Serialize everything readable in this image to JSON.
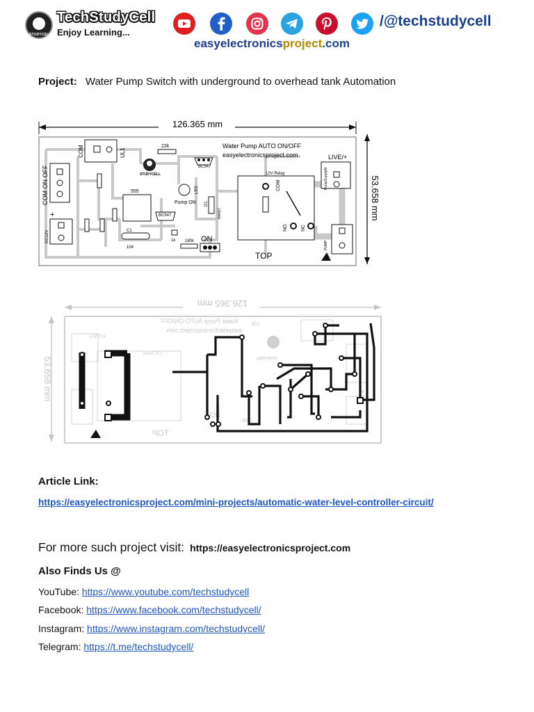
{
  "header": {
    "brand": "TechStudyCell",
    "tagline": "Enjoy Learning...",
    "logo_badge": "STUDYCELL",
    "handle": "/@techstudycell",
    "site_part1": "easyelectronics",
    "site_part2": "project",
    "site_part3": ".com",
    "social_icons": [
      "youtube-icon",
      "facebook-icon",
      "instagram-icon",
      "telegram-icon",
      "pinterest-icon",
      "twitter-icon"
    ],
    "colors": {
      "youtube": "#e02020",
      "facebook": "#1f5fc9",
      "instagram": "#e2344f",
      "telegram": "#2aa3df",
      "pinterest": "#c8102e",
      "twitter": "#1da1f2"
    }
  },
  "project": {
    "label": "Project:",
    "title": "Water Pump Switch with underground to overhead tank Automation"
  },
  "pcb_top": {
    "width_dim": "126.365 mm",
    "height_dim": "53.658 mm",
    "board_title": "Water Pump AUTO ON/OFF",
    "board_site": "easyelectronicsproject.com",
    "side_label": "TOP",
    "labels": {
      "com": "COM",
      "ul1": "UL1",
      "r22k": "22k",
      "bc547a": "BC547",
      "live": "LIVE/+",
      "com_on_off": "COM ON OFF",
      "relay": "12V Relay",
      "relay_com": "COM",
      "ic555": "555",
      "pump_on": "Pump ON",
      "led": "LED",
      "d1": "D1",
      "diode": "IN4007",
      "supply": "PumpSupplyN",
      "pump": "PUMP",
      "no": "NO",
      "nc": "NC",
      "on": "ON",
      "r180k": "180k",
      "bc547b": "BC547",
      "dc": "DC12V",
      "r1k": "1k",
      "c1": "C1",
      "c104": "104",
      "studycell": "STUDYCELL",
      "plus": "+"
    }
  },
  "pcb_bottom": {
    "width_dim": "126.365 mm",
    "height_dim": "53.658 mm",
    "side_label": "TOP",
    "live": "LIVE/+",
    "board_title": "Water Pump AUTO ON/OFF",
    "board_site": "easyelectronicsproject.com",
    "r22k": "22k",
    "on": "ON",
    "r180k": "180k",
    "relay": "12V Relay",
    "studycell": "STUDYCELL",
    "plus": "+"
  },
  "article": {
    "label": "Article Link:",
    "url": "https://easyelectronicsproject.com/mini-projects/automatic-water-level-controller-circuit/"
  },
  "more": {
    "label": "For more such project visit:",
    "url": "https://easyelectronicsproject.com"
  },
  "also": {
    "label": "Also Finds Us @",
    "links": [
      {
        "name": "YouTube:",
        "url": "https://www.youtube.com/techstudycell"
      },
      {
        "name": "Facebook:",
        "url": "https://www.facebook.com/techstudycell/"
      },
      {
        "name": "Instagram:",
        "url": "https://www.instagram.com/techstudycell/"
      },
      {
        "name": "Telegram:",
        "url": "https://t.me/techstudycell/"
      }
    ]
  }
}
